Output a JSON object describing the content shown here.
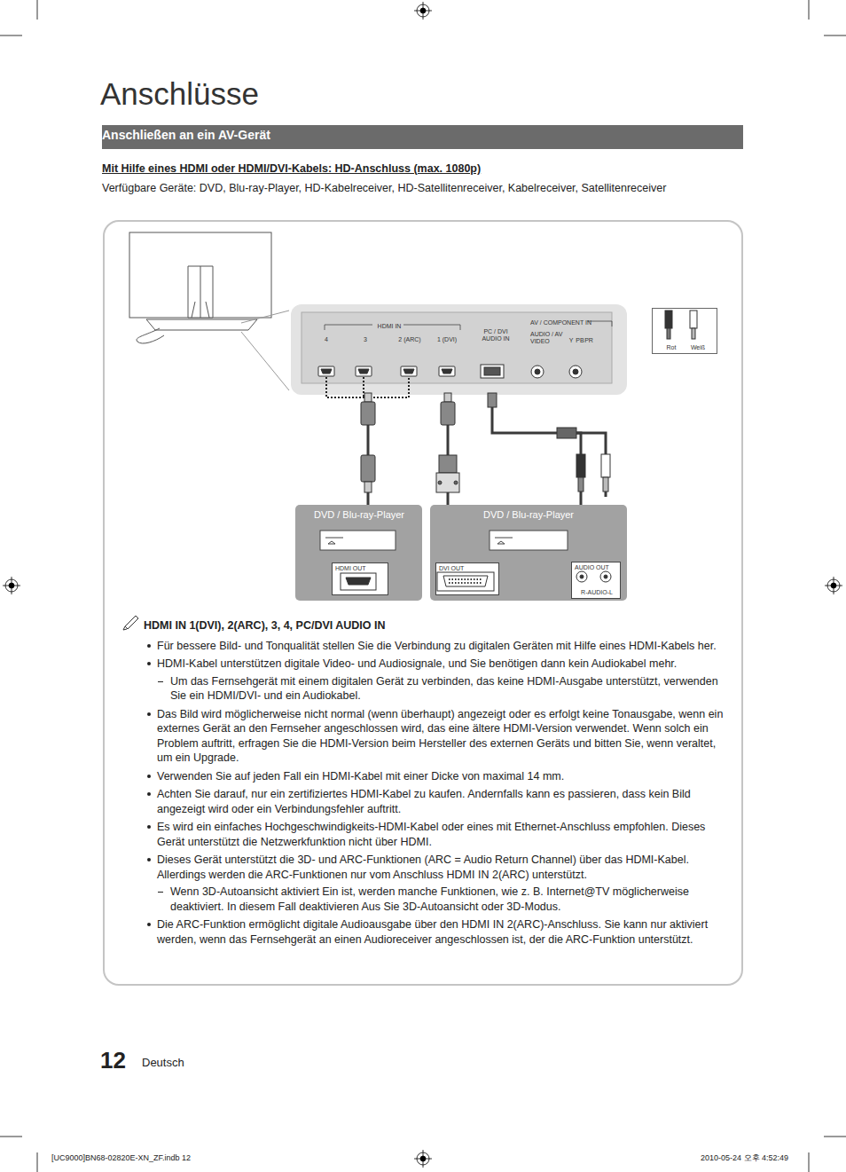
{
  "diagram": {
    "title": "Anschlüsse",
    "nodes": [
      {
        "text": [
          "Anschließen an ein AV-Gerät"
        ]
      },
      {
        "text": [
          "HDMI IN 1(DVI), 2(ARC), 3, 4, PC/DVI AUDIO IN",
          "Für bessere Bild- und Tonqualität stellen Sie die Verbindung zu digitalen Geräten mit Hilfe eines HDMI-Kabels her.",
          "HDMI-Kabel unterstützen digitale Video- und Audiosignale, und Sie benötigen dann kein Audiokabel mehr.",
          "Um das Fernsehgerät mit einem digitalen Gerät zu verbinden, das keine HDMI-Ausgabe unterstützt, verwenden Sie ein HDMI/DVI- und ein Audiokabel.",
          "Das Bild wird möglicherweise nicht normal (wenn überhaupt) angezeigt oder es erfolgt keine Tonausgabe, wenn ein externes Gerät an den Fernseher angeschlossen wird, das eine ältere HDMI-Version verwendet. Wenn solch ein Problem auftritt, erfragen Sie die HDMI-Version beim Hersteller des externen Geräts und bitten Sie, wenn veraltet, um ein Upgrade.",
          "Verwenden Sie auf jeden Fall ein HDMI-Kabel mit einer Dicke von maximal 14 mm.",
          "Achten Sie darauf, nur ein zertifiziertes HDMI-Kabel zu kaufen. Andernfalls kann es passieren, dass kein Bild angezeigt wird oder ein Verbindungsfehler auftritt.",
          "Es wird ein einfaches Hochgeschwindigkeits-HDMI-Kabel oder eines mit Ethernet-Anschluss empfohlen. Dieses Gerät unterstützt die Netzwerkfunktion nicht über HDMI.",
          "Dieses Gerät unterstützt die 3D- und ARC-Funktionen (ARC = Audio Return Channel) über das HDMI-Kabel. Allerdings werden die ARC-Funktionen nur vom Anschluss HDMI IN 2(ARC) unterstützt.",
          "Wenn 3D-Autoansicht aktiviert Ein ist, werden manche Funktionen, wie z. B. Internet@TV möglicherweise deaktiviert. In diesem Fall deaktivieren Aus Sie 3D-Autoansicht oder 3D-Modus.",
          "Die ARC-Funktion ermöglicht digitale Audioausgabe über den HDMI IN 2(ARC)-Anschluss. Sie kann nur aktiviert werden, wenn das Fernsehgerät an einen Audioreceiver angeschlossen ist, der die ARC-Funktion unterstützt."
        ]
      },
      {
        "text": [
          "HDMI IN",
          "4",
          "3",
          "2 (ARC)",
          "1 (DVI)",
          "PC / DVI AUDIO IN",
          "AV / COMPONENT IN",
          "AUDIO / AV VIDEO",
          "Y",
          "PB",
          "PR"
        ],
        "in": 1
      },
      {
        "text": [
          "Rot",
          "Weiß"
        ],
        "in": 1
      },
      {
        "text": [
          "DVD / Blu-ray-Player"
        ],
        "in": 1
      },
      {
        "text": [
          "HDMI OUT"
        ],
        "in": 4
      },
      {
        "text": [
          "DVD / Blu-ray-Player"
        ],
        "in": 1
      },
      {
        "text": [
          "DVI OUT"
        ],
        "in": 6
      },
      {
        "text": [
          "AUDIO OUT",
          "R-AUDIO-L"
        ],
        "in": 6
      }
    ],
    "edges": [
      {
        "from": 2,
        "to": 4,
        "arrow": "none"
      },
      {
        "from": 2,
        "to": 6,
        "arrow": "none"
      },
      {
        "from": 2,
        "to": 6,
        "arrow": "none"
      }
    ],
    "labels": [
      "Mit Hilfe eines HDMI oder HDMI/DVI-Kabels: HD-Anschluss (max. 1080p)",
      "Verfügbare Geräte: DVD, Blu-ray-Player, HD-Kabelreceiver, HD-Satellitenreceiver, Kabelreceiver, Satellitenreceiver",
      "12",
      "Deutsch",
      "[UC9000]BN68-02820E-XN_ZF.indb 12",
      "2010-05-24 오후 4:52:49"
    ]
  }
}
